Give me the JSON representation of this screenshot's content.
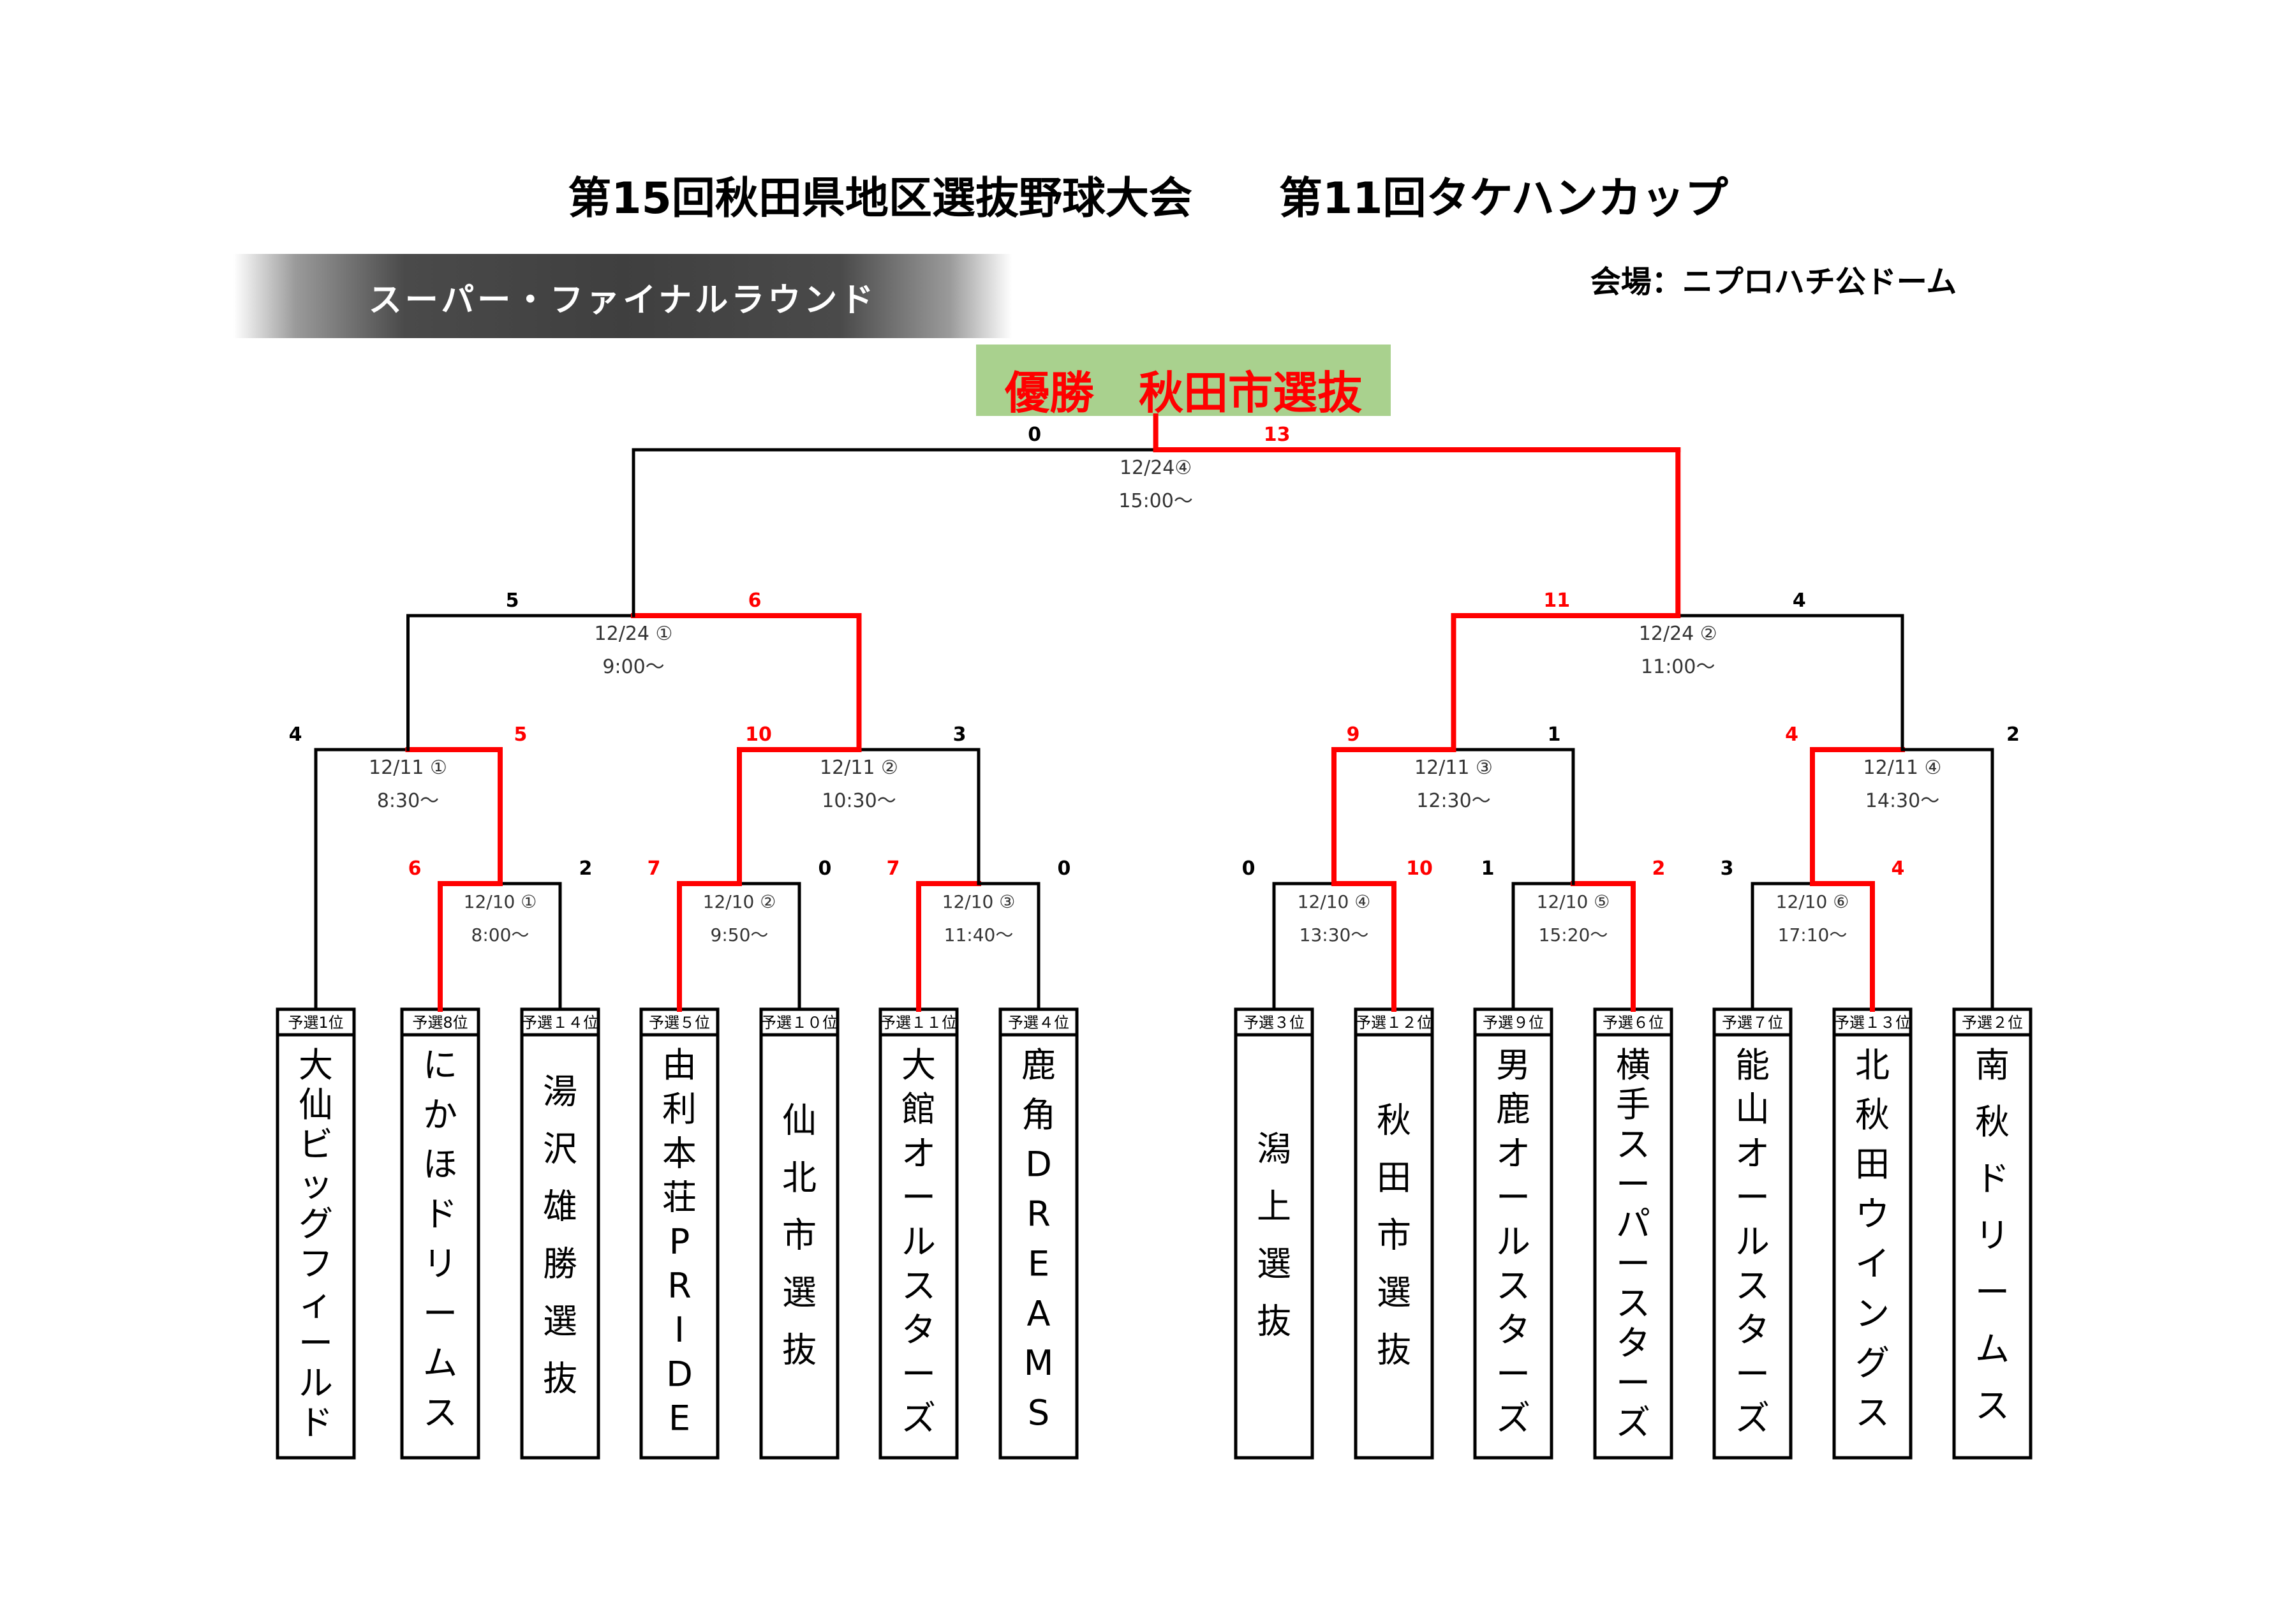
{
  "title": "第15回秋田県地区選抜野球大会　　第11回タケハンカップ",
  "round_label": "スーパー・ファイナルラウンド",
  "venue": "会場：ニプロハチ公ドーム",
  "champion": "優勝　秋田市選抜",
  "colors": {
    "winner_line": "#ff0000",
    "line": "#000000",
    "champion_bg": "#a9d18e",
    "champion_text": "#ff0000"
  },
  "teams": [
    {
      "seed": "予選1位",
      "name": "大仙ビッグフィールド"
    },
    {
      "seed": "予選8位",
      "name": "にかほドリームス"
    },
    {
      "seed": "予選１４位",
      "name": "湯沢雄勝選抜"
    },
    {
      "seed": "予選５位",
      "name": "由利本荘PRIDE"
    },
    {
      "seed": "予選１０位",
      "name": "仙北市選抜"
    },
    {
      "seed": "予選１１位",
      "name": "大館オールスターズ"
    },
    {
      "seed": "予選４位",
      "name": "鹿角DREAMS"
    },
    {
      "seed": "予選３位",
      "name": "潟上選抜"
    },
    {
      "seed": "予選１２位",
      "name": "秋田市選抜"
    },
    {
      "seed": "予選９位",
      "name": "男鹿オールスターズ"
    },
    {
      "seed": "予選６位",
      "name": "横手スーパースターズ"
    },
    {
      "seed": "予選７位",
      "name": "能山オールスターズ"
    },
    {
      "seed": "予選１３位",
      "name": "北秋田ウイングス"
    },
    {
      "seed": "予選２位",
      "name": "南秋ドリームス"
    }
  ],
  "matches": [
    {
      "id": "r1-1",
      "date": "12/10 ①",
      "time": "8:00～",
      "left_score": "6",
      "right_score": "2",
      "winner": "left"
    },
    {
      "id": "r1-2",
      "date": "12/10 ②",
      "time": "9:50～",
      "left_score": "7",
      "right_score": "0",
      "winner": "left"
    },
    {
      "id": "r1-3",
      "date": "12/10 ③",
      "time": "11:40～",
      "left_score": "7",
      "right_score": "0",
      "winner": "left"
    },
    {
      "id": "r1-4",
      "date": "12/10 ④",
      "time": "13:30～",
      "left_score": "0",
      "right_score": "10",
      "winner": "right"
    },
    {
      "id": "r1-5",
      "date": "12/10 ⑤",
      "time": "15:20～",
      "left_score": "1",
      "right_score": "2",
      "winner": "right"
    },
    {
      "id": "r1-6",
      "date": "12/10 ⑥",
      "time": "17:10～",
      "left_score": "3",
      "right_score": "4",
      "winner": "right"
    },
    {
      "id": "r2-1",
      "date": "12/11 ①",
      "time": "8:30～",
      "left_score": "4",
      "right_score": "5",
      "winner": "right"
    },
    {
      "id": "r2-2",
      "date": "12/11 ②",
      "time": "10:30～",
      "left_score": "10",
      "right_score": "3",
      "winner": "left"
    },
    {
      "id": "r2-3",
      "date": "12/11 ③",
      "time": "12:30～",
      "left_score": "9",
      "right_score": "1",
      "winner": "left"
    },
    {
      "id": "r2-4",
      "date": "12/11 ④",
      "time": "14:30～",
      "left_score": "4",
      "right_score": "2",
      "winner": "left"
    },
    {
      "id": "sf-1",
      "date": "12/24 ①",
      "time": "9:00～",
      "left_score": "5",
      "right_score": "6",
      "winner": "right"
    },
    {
      "id": "sf-2",
      "date": "12/24 ②",
      "time": "11:00～",
      "left_score": "11",
      "right_score": "4",
      "winner": "left"
    },
    {
      "id": "final",
      "date": "12/24④",
      "time": "15:00～",
      "left_score": "0",
      "right_score": "13",
      "winner": "right"
    }
  ]
}
